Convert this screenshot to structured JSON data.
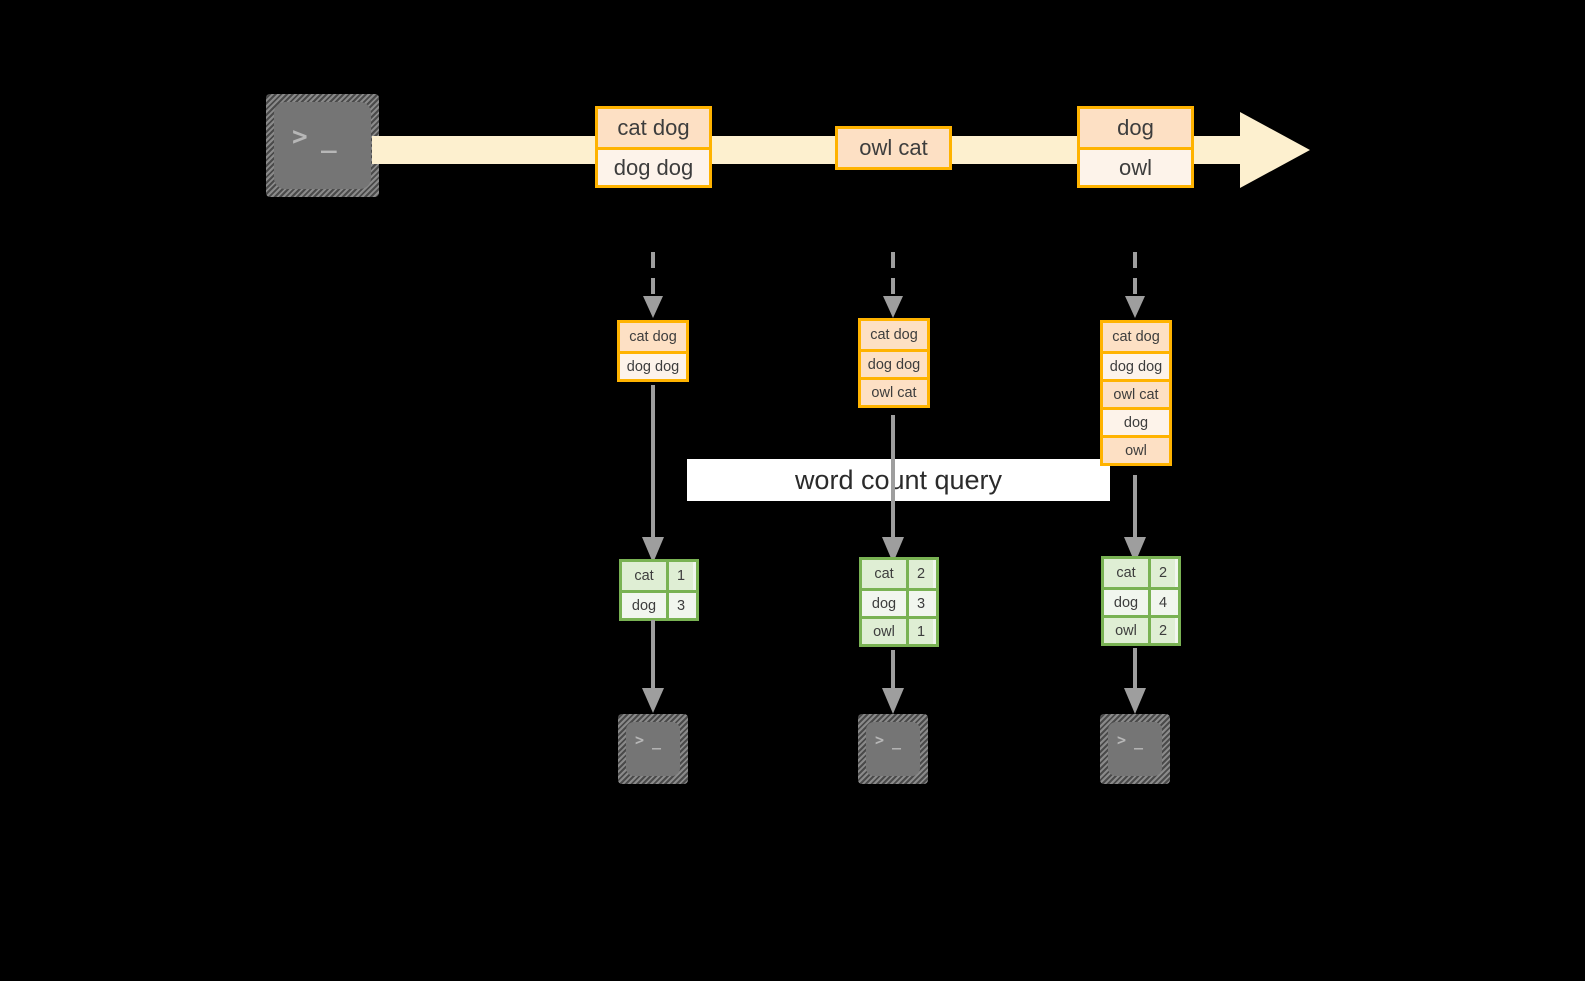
{
  "diagram": {
    "title": "word count query",
    "colors": {
      "background": "#000000",
      "stream_fill": "#fdf0cf",
      "event_border": "#ffb300",
      "event_fill_dark": "#fde0c4",
      "event_fill_light": "#fdf3ea",
      "result_border": "#79b253",
      "result_fill_tint": "#dfeed4",
      "result_fill_plain": "#f1f6ee",
      "connector": "#9e9e9e",
      "terminal_fill": "#757575",
      "label_fill": "#ffffff"
    }
  },
  "source": {
    "icon": "terminal-icon",
    "glyph_prompt": ">",
    "glyph_cursor": "_"
  },
  "stream": {
    "direction": "left-to-right",
    "groups": [
      {
        "name": "group-1",
        "events": [
          {
            "text": "cat dog",
            "shade": "dark"
          },
          {
            "text": "dog dog",
            "shade": "light"
          }
        ]
      },
      {
        "name": "group-2",
        "events": [
          {
            "text": "owl cat",
            "shade": "dark"
          }
        ]
      },
      {
        "name": "group-3",
        "events": [
          {
            "text": "dog",
            "shade": "dark"
          },
          {
            "text": "owl",
            "shade": "light"
          }
        ]
      }
    ]
  },
  "snapshots": [
    {
      "name": "snapshot-1",
      "accumulated": [
        {
          "text": "cat dog",
          "shade": "dark"
        },
        {
          "text": "dog dog",
          "shade": "light"
        }
      ],
      "result": {
        "rows": [
          {
            "word": "cat",
            "count": "1",
            "shade": "tint"
          },
          {
            "word": "dog",
            "count": "3",
            "shade": "plain"
          }
        ]
      },
      "sink": {
        "icon": "terminal-icon",
        "glyph_prompt": ">",
        "glyph_cursor": "_"
      }
    },
    {
      "name": "snapshot-2",
      "accumulated": [
        {
          "text": "cat dog",
          "shade": "dark"
        },
        {
          "text": "dog dog",
          "shade": "light"
        },
        {
          "text": "owl cat",
          "shade": "dark"
        }
      ],
      "result": {
        "rows": [
          {
            "word": "cat",
            "count": "2",
            "shade": "tint"
          },
          {
            "word": "dog",
            "count": "3",
            "shade": "plain"
          },
          {
            "word": "owl",
            "count": "1",
            "shade": "tint"
          }
        ]
      },
      "sink": {
        "icon": "terminal-icon",
        "glyph_prompt": ">",
        "glyph_cursor": "_"
      }
    },
    {
      "name": "snapshot-3",
      "accumulated": [
        {
          "text": "cat dog",
          "shade": "dark"
        },
        {
          "text": "dog dog",
          "shade": "light"
        },
        {
          "text": "owl cat",
          "shade": "dark"
        },
        {
          "text": "dog",
          "shade": "light"
        },
        {
          "text": "owl",
          "shade": "dark"
        }
      ],
      "result": {
        "rows": [
          {
            "word": "cat",
            "count": "2",
            "shade": "tint"
          },
          {
            "word": "dog",
            "count": "4",
            "shade": "plain"
          },
          {
            "word": "owl",
            "count": "2",
            "shade": "tint"
          }
        ]
      },
      "sink": {
        "icon": "terminal-icon",
        "glyph_prompt": ">",
        "glyph_cursor": "_"
      }
    }
  ]
}
